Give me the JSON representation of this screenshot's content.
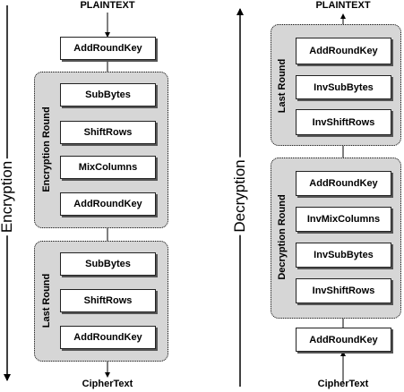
{
  "encryption": {
    "side_label": "Encryption",
    "top_label": "PLAINTEXT",
    "bottom_label": "CipherText",
    "initial_step": "AddRoundKey",
    "round_label": "Encryption Round",
    "round_steps": [
      "SubBytes",
      "ShiftRows",
      "MixColumns",
      "AddRoundKey"
    ],
    "last_round_label": "Last Round",
    "last_round_steps": [
      "SubBytes",
      "ShiftRows",
      "AddRoundKey"
    ]
  },
  "decryption": {
    "side_label": "Decryption",
    "top_label": "PLAINTEXT",
    "bottom_label": "CipherText",
    "last_round_label": "Last Round",
    "last_round_steps": [
      "AddRoundKey",
      "InvSubBytes",
      "InvShiftRows"
    ],
    "round_label": "Decryption Round",
    "round_steps": [
      "AddRoundKey",
      "InvMixColumns",
      "InvSubBytes",
      "InvShiftRows"
    ],
    "initial_step": "AddRoundKey"
  }
}
